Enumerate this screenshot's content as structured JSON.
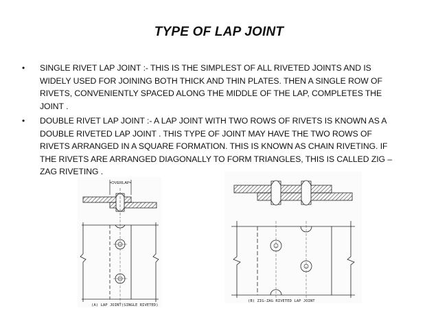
{
  "title": "TYPE OF LAP JOINT",
  "bullets": [
    {
      "marker": "•",
      "text": "SINGLE RIVET LAP JOINT :- THIS IS THE SIMPLEST OF ALL RIVETED  JOINTS AND IS WIDELY USED  FOR JOINING  BOTH THICK AND THIN PLATES. THEN A SINGLE ROW OF RIVETS, CONVENIENTLY SPACED ALONG THE MIDDLE OF THE LAP, COMPLETES THE JOINT ."
    },
    {
      "marker": "•",
      "text": "DOUBLE RIVET LAP JOINT :- A LAP JOINT WITH TWO ROWS OF RIVETS IS KNOWN AS A DOUBLE RIVETED LAP JOINT . THIS TYPE OF JOINT MAY HAVE THE TWO ROWS OF RIVETS ARRANGED IN A SQUARE FORMATION. THIS IS KNOWN AS CHAIN RIVETING.  IF THE RIVETS ARE ARRANGED DIAGONALLY TO FORM TRIANGLES,  THIS IS CALLED ZIG – ZAG RIVETING ."
    }
  ],
  "figures": {
    "single": {
      "overlap_label": "OVERLAP",
      "caption": "(A) LAP JOINT(SINGLE RIVETED)"
    },
    "zigzag": {
      "caption": "(B) ZIG-ZAG  RIVETED  LAP  JOINT"
    }
  }
}
